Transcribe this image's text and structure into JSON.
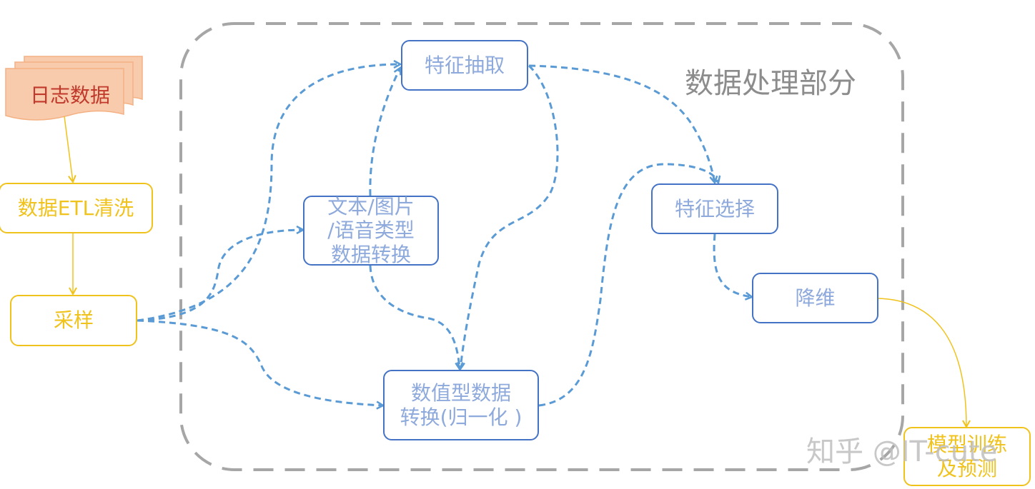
{
  "group": {
    "title": "数据处理部分"
  },
  "nodes": {
    "log_data": "日志数据",
    "etl_clean": "数据ETL清洗",
    "sampling": "采样",
    "feature_extraction": "特征抽取",
    "media_conversion": [
      "文本/图片",
      "/语音类型",
      "数据转换"
    ],
    "numeric_conversion": [
      "数值型数据",
      "转换(归一化 )"
    ],
    "feature_selection": "特征选择",
    "dimension_reduction": "降维",
    "model_training": [
      "模型训练",
      "及预测"
    ]
  },
  "watermark": "知乎 @IT-cute",
  "colors": {
    "process_border": "#4472c4",
    "process_text": "#8ea9db",
    "flow_arrow": "#5b9bd5",
    "pipeline": "#f0c21c",
    "log_fill": "#f8cbad",
    "log_border": "#f4b183",
    "log_text": "#c0392b",
    "group_border": "#a6a6a6",
    "group_text": "#8c8c8c"
  }
}
